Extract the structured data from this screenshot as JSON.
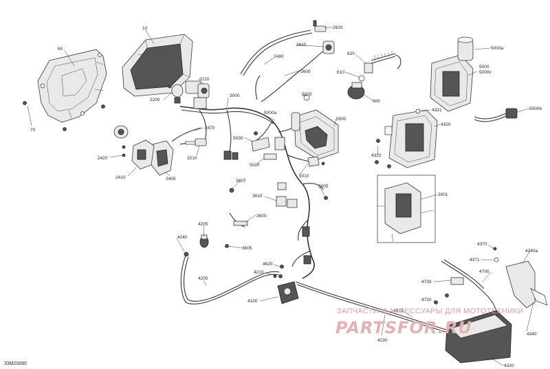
{
  "diagram": {
    "reference_code": "33M20080",
    "watermark": {
      "tagline": "ЗАПЧАСТИ И АКСЕССУАРЫ ДЛЯ МОТОТЕХНИКИ",
      "logo": "PARTSFOR.RU"
    },
    "callouts": {
      "c60": "60",
      "c10": "10",
      "c70": "70",
      "c2210": "2210",
      "c2200": "2200",
      "c3000": "3000",
      "c2470": "2470",
      "c2420": "2420",
      "c2410": "2410",
      "c2400": "2400",
      "c3210": "3210",
      "c2480": "2480",
      "c2620": "2620",
      "c2610": "2610",
      "c2600": "2600",
      "c620": "620",
      "c610": "610",
      "c600": "600",
      "c5000a": "5000a",
      "c5000": "5000",
      "c5000c": "5000c",
      "c5000a2": "5000a",
      "c5000_2": "5000",
      "c5000b": "5000b",
      "c5025": "5025",
      "c5030": "5030",
      "c5020": "5020",
      "c5010": "5010",
      "c4321": "4321",
      "c4320": "4320",
      "c4323": "4323",
      "c3607": "3607",
      "c3610": "3610",
      "c3005": "3005",
      "c3600": "3600",
      "c3605": "3605",
      "c3001": "3001",
      "c4205": "4205",
      "c4240": "4240",
      "c4200": "4200",
      "c4620": "4620",
      "c4210": "4210",
      "c4100": "4100",
      "c4370": "4370",
      "c4340a": "4340a",
      "c4371": "4371",
      "c4700": "4700",
      "c4730": "4730",
      "c4720": "4720",
      "c4340": "4340",
      "c4310": "4310",
      "c4230": "4230",
      "c4320b": "4320"
    }
  }
}
